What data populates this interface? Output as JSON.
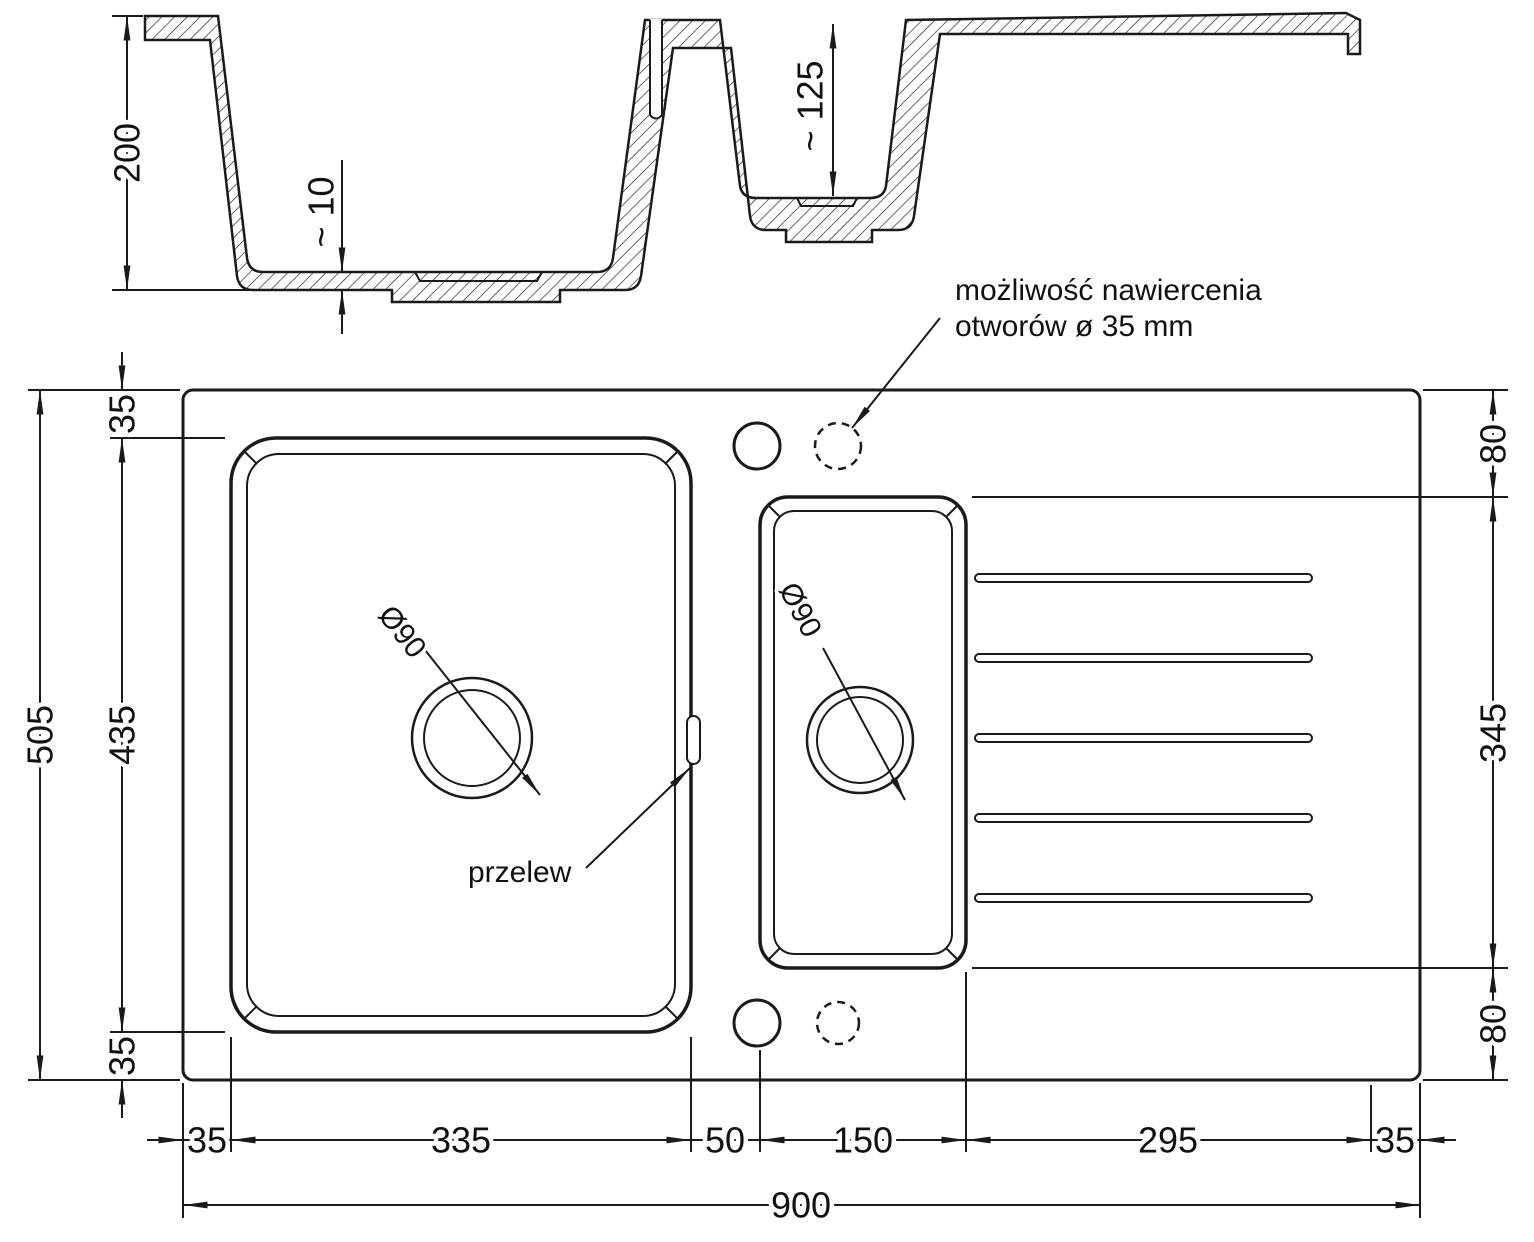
{
  "ink": "#1a1a1a",
  "section": {
    "depth_main": "200",
    "bottom_thickness": "~ 10",
    "depth_small": "~ 125"
  },
  "plan": {
    "note_line1": "możliwość nawiercenia",
    "note_line2": "otworów ø 35 mm",
    "overflow_label": "przelew",
    "drain_main_dia": "Ø90",
    "drain_small_dia": "Ø90",
    "dim_height_overall": "505",
    "dim_height_bowl": "435",
    "dim_margin_top": "35",
    "dim_margin_bottom": "35",
    "dim_right_top": "80",
    "dim_drainer_height": "345",
    "dim_right_bottom": "80",
    "dim_left_margin": "35",
    "dim_bowl_width": "335",
    "dim_bowl_gap": "50",
    "dim_small_bowl_width": "150",
    "dim_drainer_width": "295",
    "dim_right_margin": "35",
    "dim_width_overall": "900"
  }
}
